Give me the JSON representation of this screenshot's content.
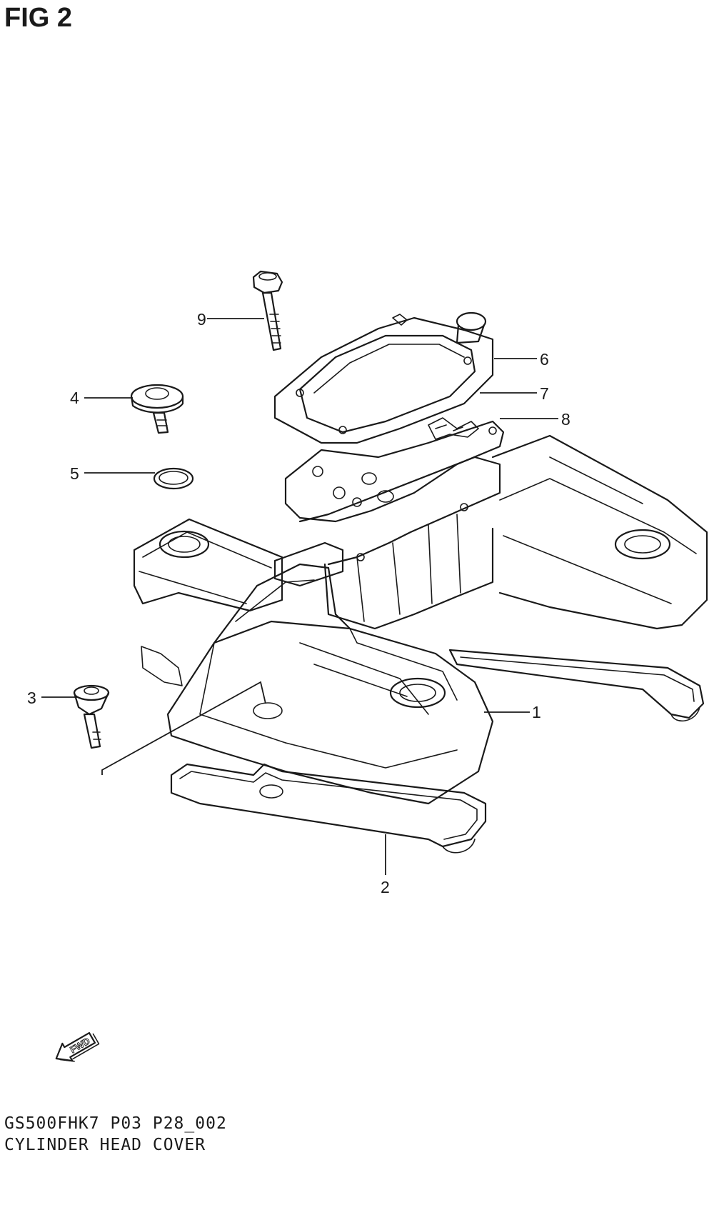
{
  "figure": {
    "title": "FIG 2"
  },
  "callouts": {
    "c1": "1",
    "c2": "2",
    "c3": "3",
    "c4": "4",
    "c5": "5",
    "c6": "6",
    "c7": "7",
    "c8": "8",
    "c9": "9"
  },
  "fwd_arrow": {
    "label": "FWD"
  },
  "footer": {
    "code": "GS500FHK7 P03 P28_002",
    "name": "CYLINDER HEAD COVER"
  }
}
